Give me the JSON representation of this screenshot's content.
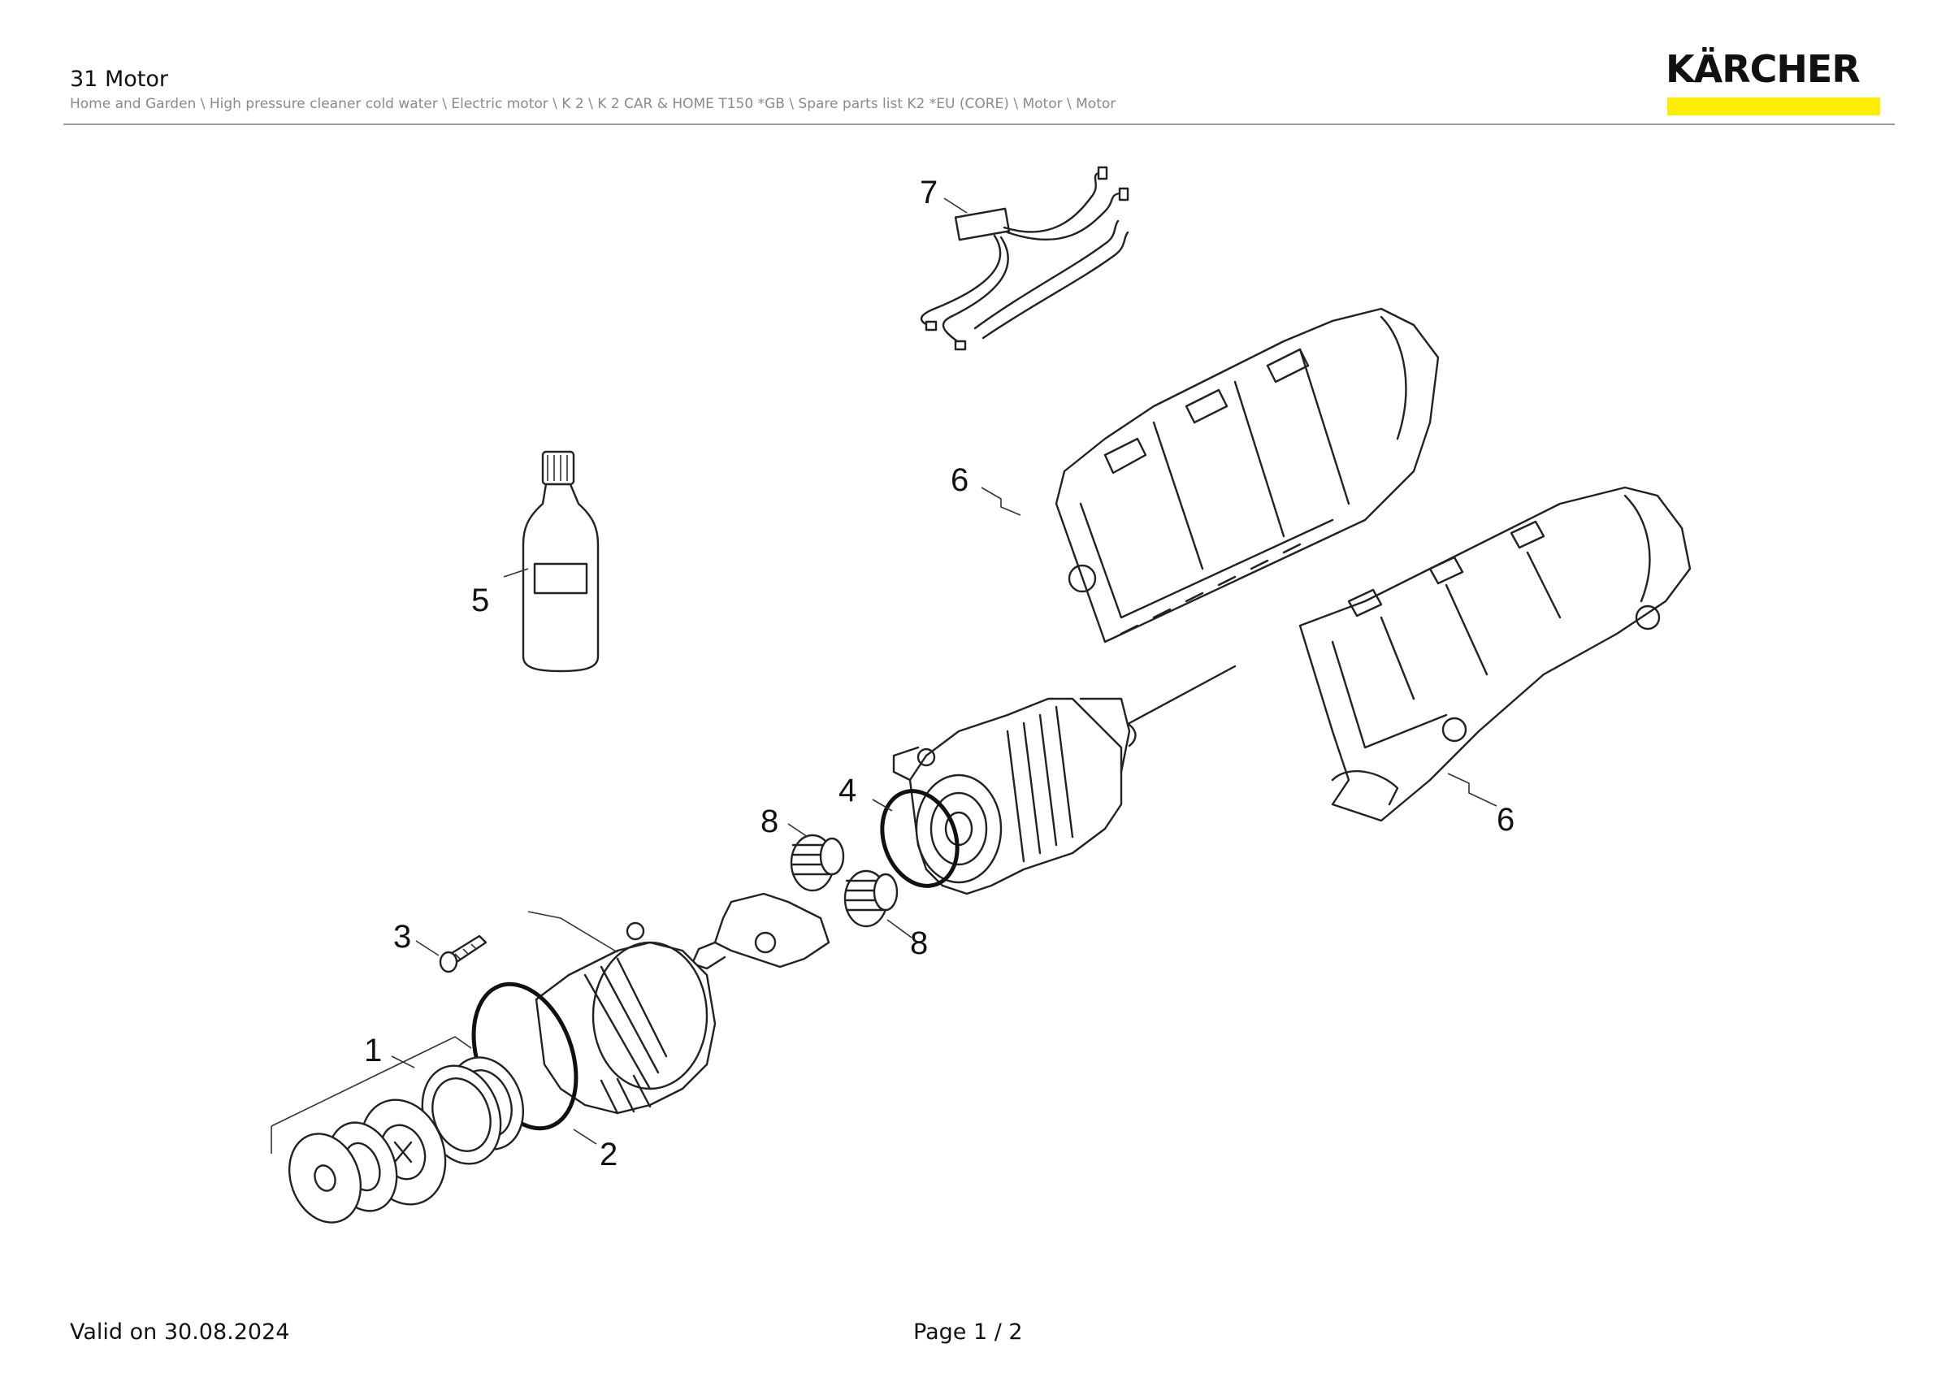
{
  "header": {
    "title": "31 Motor",
    "breadcrumb": "Home and Garden \\ High pressure cleaner cold water \\ Electric motor \\ K 2 \\ K 2 CAR & HOME T150 *GB \\ Spare parts list K2 *EU (CORE) \\ Motor \\ Motor"
  },
  "logo": {
    "text": "KÄRCHER",
    "bar_color": "#ffed00"
  },
  "callouts": {
    "c1": "1",
    "c2": "2",
    "c3": "3",
    "c4": "4",
    "c5": "5",
    "c6a": "6",
    "c6b": "6",
    "c7": "7",
    "c8a": "8",
    "c8b": "8"
  },
  "footer": {
    "valid": "Valid on 30.08.2024",
    "page": "Page 1 / 2"
  }
}
